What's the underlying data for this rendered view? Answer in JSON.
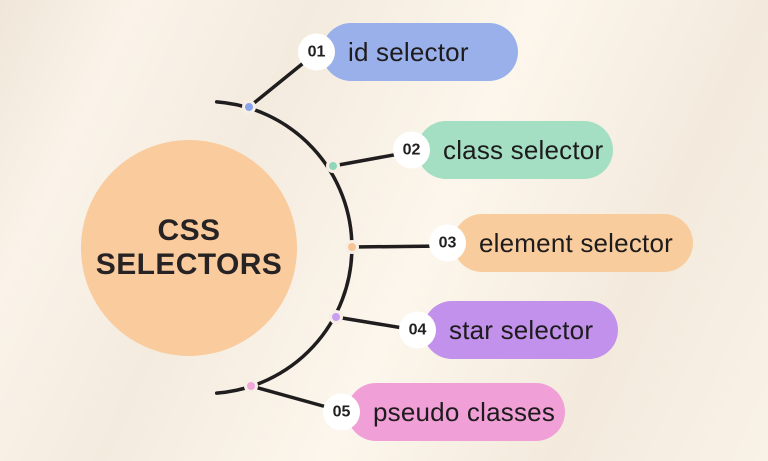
{
  "center": {
    "line1": "CSS",
    "line2": "SELECTORS",
    "color": "#f9cb9d"
  },
  "items": [
    {
      "number": "01",
      "label": "id selector",
      "color": "#9ab0ea",
      "dot_color": "#88a5ec"
    },
    {
      "number": "02",
      "label": "class selector",
      "color": "#a4dfc4",
      "dot_color": "#90d6b9"
    },
    {
      "number": "03",
      "label": "element selector",
      "color": "#f9cc9e",
      "dot_color": "#f6c494"
    },
    {
      "number": "04",
      "label": "star selector",
      "color": "#c191eb",
      "dot_color": "#c89ef1"
    },
    {
      "number": "05",
      "label": "pseudo classes",
      "color": "#f0a0d7",
      "dot_color": "#f0a8dc"
    }
  ],
  "line_color": "#1f1d1e"
}
